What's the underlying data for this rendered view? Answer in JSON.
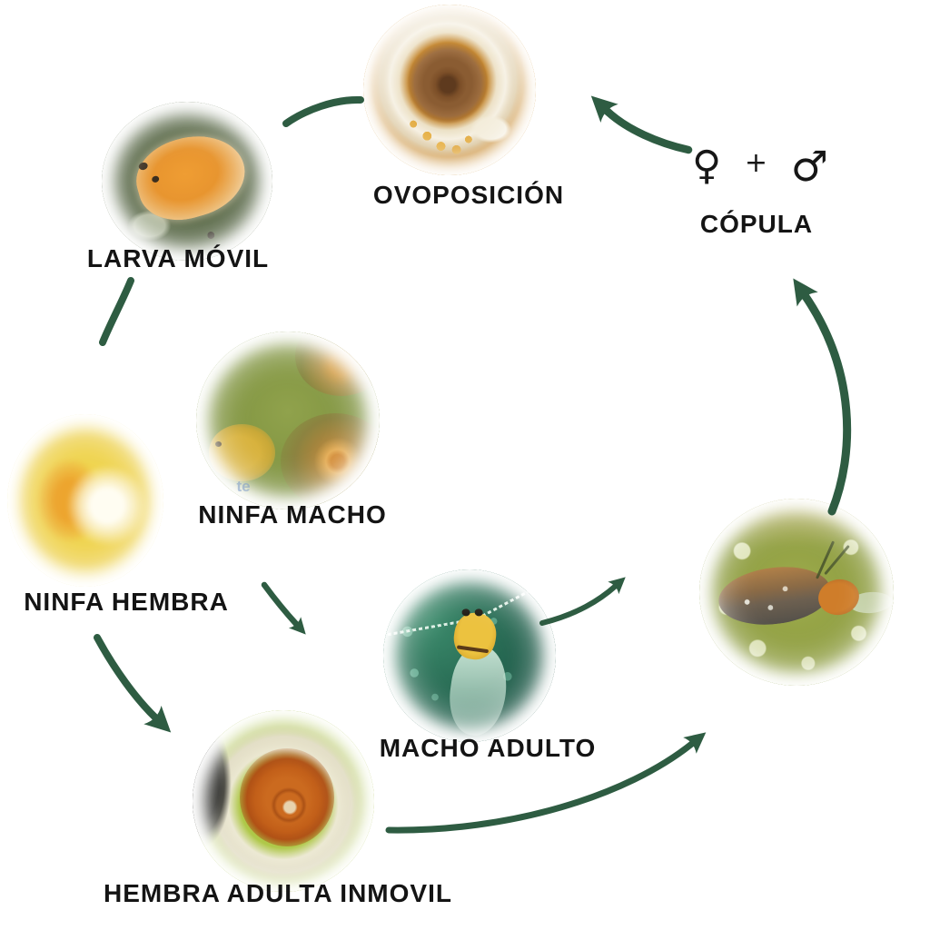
{
  "labels": {
    "ovoposicion": "OVOPOSICIÓN",
    "copula": "CÓPULA",
    "larva_movil": "LARVA MÓVIL",
    "ninfa_macho": "NINFA MACHO",
    "ninfa_hembra": "NINFA HEMBRA",
    "macho_adulto": "MACHO ADULTO",
    "hembra_adulta": "HEMBRA ADULTA INMOVIL"
  },
  "symbols": {
    "female": "♀",
    "plus": "+",
    "male": "♂"
  },
  "watermark_fragment": "te",
  "colors": {
    "arrow": "#2e5c42",
    "label_text": "#141414",
    "background": "#ffffff"
  },
  "photos": [
    {
      "id": "ovoposicion-photo",
      "subject": "orange armored scale with concentric white ring and yellow eggs"
    },
    {
      "id": "larva-movil-photo",
      "subject": "orange crawler larva on dark green leaf"
    },
    {
      "id": "ninfa-macho-photo",
      "subject": "olive scale nymph caps on green leaf"
    },
    {
      "id": "ninfa-hembra-photo",
      "subject": "golden yellow female nymph scale"
    },
    {
      "id": "macho-adulto-photo",
      "subject": "yellow winged adult male on teal background"
    },
    {
      "id": "hembra-adulta-photo",
      "subject": "red immobile adult female scale on bright leaf"
    },
    {
      "id": "pareja-copula-photo",
      "subject": "winged male mating with female scale on olive leaf"
    }
  ],
  "flow": [
    {
      "from": "copula",
      "to": "ovoposicion"
    },
    {
      "from": "ovoposicion",
      "to": "larva_movil"
    },
    {
      "from": "larva_movil",
      "to": "ninfas"
    },
    {
      "from": "ninfa_hembra",
      "to": "hembra_adulta"
    },
    {
      "from": "ninfa_macho",
      "to": "macho_adulto"
    },
    {
      "from": "macho_adulto",
      "to": "pareja_copula"
    },
    {
      "from": "hembra_adulta",
      "to": "pareja_copula"
    },
    {
      "from": "pareja_copula",
      "to": "copula"
    }
  ]
}
